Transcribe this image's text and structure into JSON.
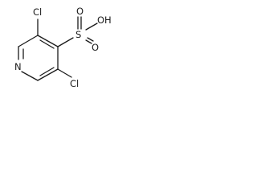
{
  "molecule": {
    "labels": {
      "cl_top": "Cl",
      "cl_bottom": "Cl",
      "n_ring": "N",
      "s_center": "S",
      "o_top": "O",
      "o_bottom": "O",
      "oh": "OH"
    },
    "colors": {
      "bond": "#1a1a1a",
      "text": "#1a1a1a",
      "background": "#ffffff"
    }
  }
}
